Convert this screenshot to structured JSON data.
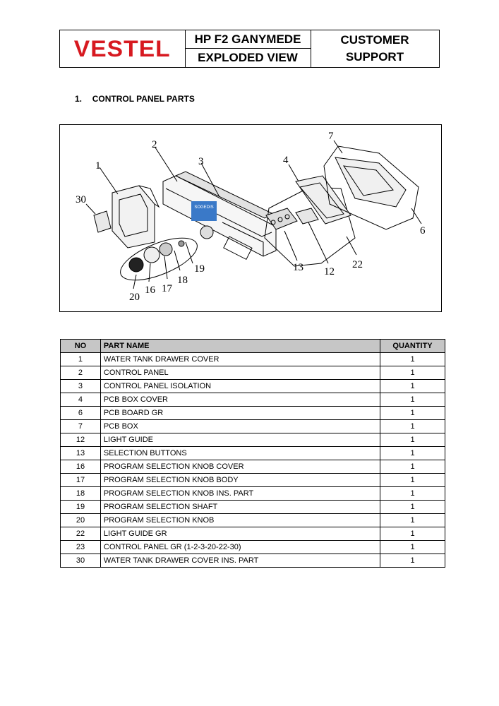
{
  "header": {
    "logo": "VESTEL",
    "model": "HP F2 GANYMEDE",
    "doc_type": "EXPLODED VIEW",
    "support_line1": "CUSTOMER",
    "support_line2": "SUPPORT"
  },
  "section": {
    "number": "1.",
    "title": "CONTROL PANEL PARTS"
  },
  "diagram": {
    "watermark_line1": "SOGEDIS",
    "callouts": {
      "c1": "1",
      "c2": "2",
      "c3": "3",
      "c4": "4",
      "c6": "6",
      "c7": "7",
      "c12": "12",
      "c13": "13",
      "c16": "16",
      "c17": "17",
      "c18": "18",
      "c19": "19",
      "c20": "20",
      "c22": "22",
      "c30": "30"
    }
  },
  "table": {
    "headers": {
      "no": "NO",
      "name": "PART NAME",
      "qty": "QUANTITY"
    },
    "rows": [
      {
        "no": "1",
        "name": "WATER TANK DRAWER COVER",
        "qty": "1"
      },
      {
        "no": "2",
        "name": "CONTROL PANEL",
        "qty": "1"
      },
      {
        "no": "3",
        "name": "CONTROL PANEL ISOLATION",
        "qty": "1"
      },
      {
        "no": "4",
        "name": "PCB BOX COVER",
        "qty": "1"
      },
      {
        "no": "6",
        "name": "PCB BOARD GR",
        "qty": "1"
      },
      {
        "no": "7",
        "name": "PCB BOX",
        "qty": "1"
      },
      {
        "no": "12",
        "name": "LIGHT GUIDE",
        "qty": "1"
      },
      {
        "no": "13",
        "name": "SELECTION BUTTONS",
        "qty": "1"
      },
      {
        "no": "16",
        "name": "PROGRAM SELECTION KNOB COVER",
        "qty": "1"
      },
      {
        "no": "17",
        "name": "PROGRAM SELECTION KNOB BODY",
        "qty": "1"
      },
      {
        "no": "18",
        "name": "PROGRAM SELECTION KNOB INS. PART",
        "qty": "1"
      },
      {
        "no": "19",
        "name": "PROGRAM SELECTION SHAFT",
        "qty": "1"
      },
      {
        "no": "20",
        "name": "PROGRAM SELECTION KNOB",
        "qty": "1"
      },
      {
        "no": "22",
        "name": "LIGHT GUIDE GR",
        "qty": "1"
      },
      {
        "no": "23",
        "name": "CONTROL PANEL GR (1-2-3-20-22-30)",
        "qty": "1"
      },
      {
        "no": "30",
        "name": "WATER TANK DRAWER COVER INS. PART",
        "qty": "1"
      }
    ]
  }
}
